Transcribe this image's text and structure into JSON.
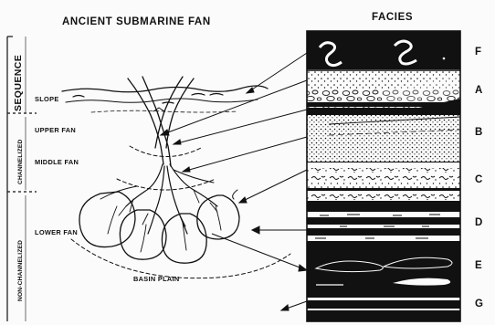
{
  "titles": {
    "main": "ANCIENT SUBMARINE FAN",
    "facies": "FACIES"
  },
  "side_labels": {
    "sequence": "SEQUENCE",
    "channelized": "CHANNELIZED",
    "non_channelized": "NON-CHANNELIZED"
  },
  "zones": {
    "slope": "SLOPE",
    "upper_fan": "UPPER FAN",
    "middle_fan": "MIDDLE FAN",
    "lower_fan": "LOWER FAN",
    "basin_plain": "BASIN PLAIN"
  },
  "facies": [
    "F",
    "A",
    "B",
    "C",
    "D",
    "E",
    "G"
  ],
  "colors": {
    "ink": "#111111",
    "paper": "#fbfbfb"
  }
}
